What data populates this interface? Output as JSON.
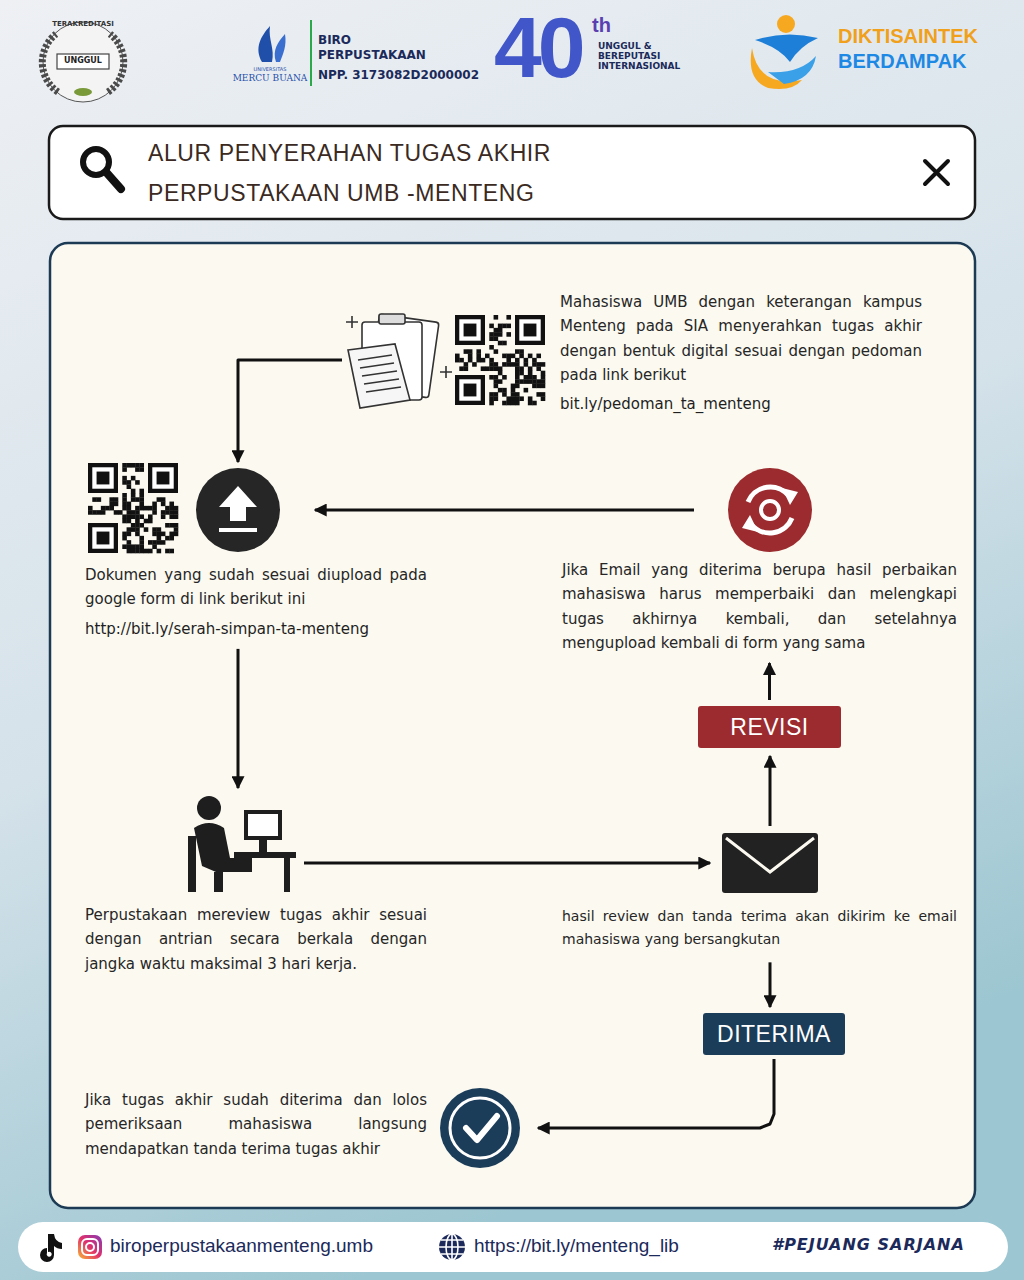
{
  "diagram": {
    "title": "ALUR PENYERAHAN TUGAS AKHIR PERPUSTAKAAN UMB -MENTENG",
    "nodes": [
      {
        "text": [
          "Mahasiswa UMB dengan keterangan kampus Menteng pada SIA menyerahkan tugas akhir dengan bentuk digital sesuai dengan pedoman pada link berikut",
          "bit.ly/pedoman_ta_menteng"
        ]
      },
      {
        "text": [
          "Dokumen yang sudah sesuai diupload pada google form di link berikut ini",
          "http://bit.ly/serah-simpan-ta-menteng"
        ]
      },
      {
        "text": [
          "Perpustakaan mereview tugas akhir sesuai dengan antrian secara berkala dengan jangka waktu maksimal 3 hari kerja."
        ]
      },
      {
        "text": [
          "hasil review dan tanda terima akan dikirim ke email mahasiswa yang bersangkutan"
        ]
      },
      {
        "text": [
          "REVISI"
        ]
      },
      {
        "text": [
          "Jika Email yang diterima berupa hasil perbaikan mahasiswa harus memperbaiki dan melengkapi tugas akhirnya kembali, dan setelahnya mengupload kembali di form yang sama"
        ]
      },
      {
        "text": [
          "DITERIMA"
        ]
      },
      {
        "text": [
          "Jika tugas akhir sudah diterima dan lolos pemeriksaan mahasiswa langsung mendapatkan tanda terima tugas akhir"
        ]
      }
    ],
    "edges": [
      {
        "from": 0,
        "to": 1,
        "arrow": "to"
      },
      {
        "from": 1,
        "to": 2,
        "arrow": "to"
      },
      {
        "from": 2,
        "to": 3,
        "arrow": "to"
      },
      {
        "from": 3,
        "to": 4,
        "arrow": "to"
      },
      {
        "from": 4,
        "to": 5,
        "arrow": "to"
      },
      {
        "from": 5,
        "to": 1,
        "arrow": "to"
      },
      {
        "from": 3,
        "to": 6,
        "arrow": "to"
      },
      {
        "from": 6,
        "to": 7,
        "arrow": "to"
      }
    ],
    "labels": [
      "TERAKREDITASI",
      "UNGGUL",
      "UNIVERSITAS",
      "MERCU BUANA",
      "BIRO PERPUSTAKAAN",
      "NPP. 3173082D2000002",
      "40",
      "th",
      "UNGGUL & BEREPUTASI INTERNASIONAL",
      "DIKTISAINTEK",
      "BERDAMPAK",
      "biroperpustakaanmenteng.umb",
      "https://bit.ly/menteng_lib",
      "#PEJUANG SARJANA"
    ]
  }
}
